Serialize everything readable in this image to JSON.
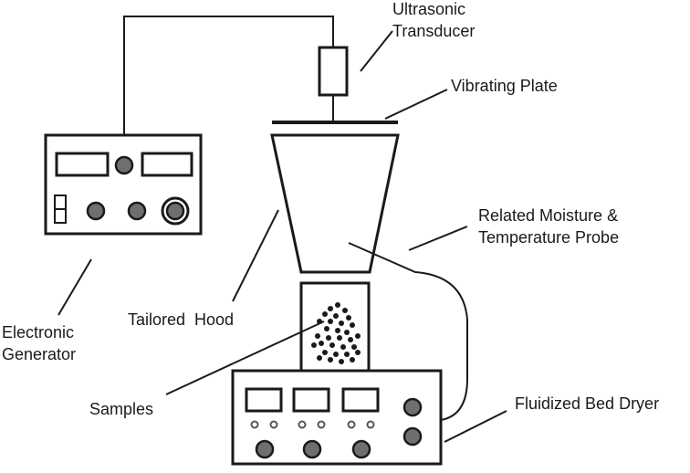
{
  "labels": {
    "ultrasonic_1": "Ultrasonic",
    "ultrasonic_2": "Transducer",
    "vibrating_plate": "Vibrating Plate",
    "probe_1": "Related Moisture &",
    "probe_2": "Temperature Probe",
    "tailored_hood": "Tailored  Hood",
    "generator_1": "Electronic",
    "generator_2": "Generator",
    "samples": "Samples",
    "dryer": "Fluidized Bed Dryer"
  },
  "colors": {
    "line": "#1a1a1a",
    "knob": "#6f6f6f",
    "background": "#ffffff"
  }
}
